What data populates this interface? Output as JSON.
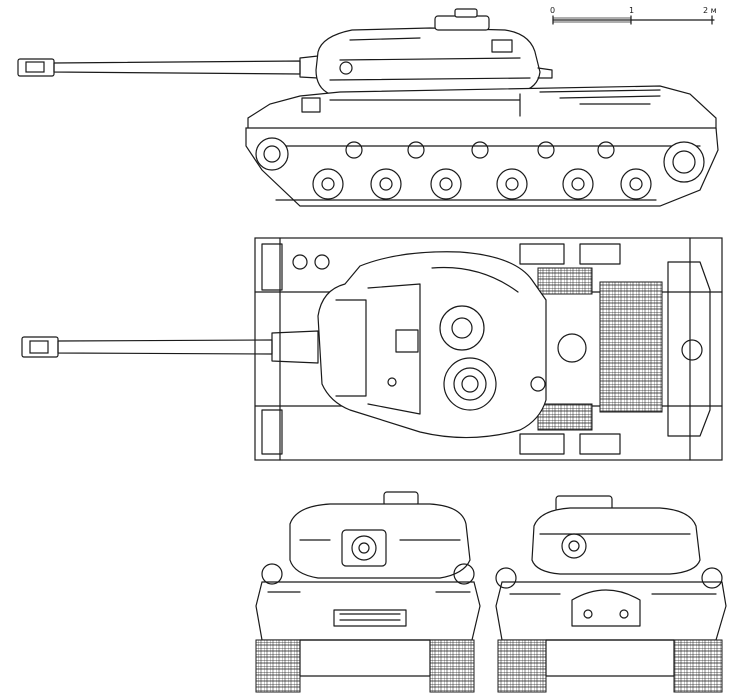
{
  "scale_bar": {
    "tick_0": "0",
    "tick_1": "1",
    "tick_2": "2 м"
  },
  "drawing": {
    "subject": "heavy-tank-blueprint",
    "views": [
      "side-view",
      "top-view",
      "front-view",
      "rear-view"
    ],
    "line_color": "#1a1a1a",
    "background": "#ffffff"
  }
}
